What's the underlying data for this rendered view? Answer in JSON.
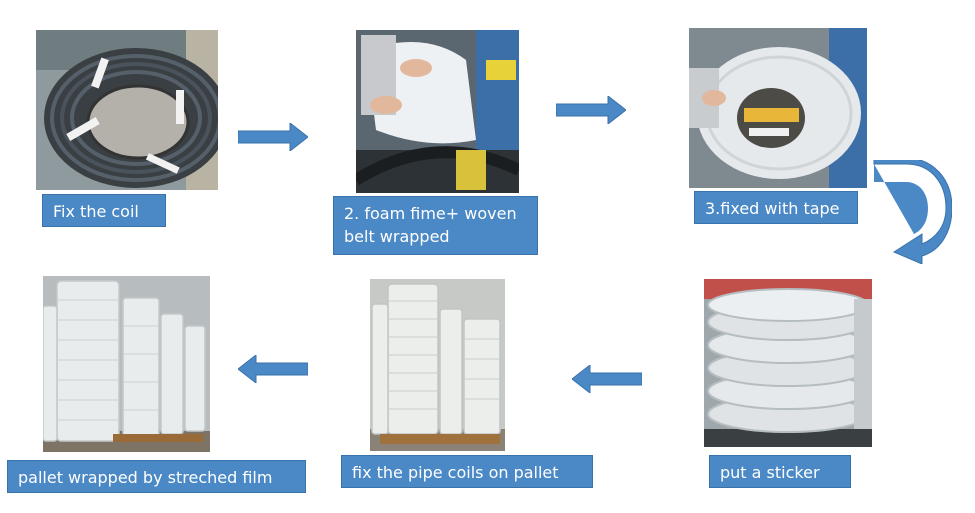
{
  "colors": {
    "label_bg": "#4a88c6",
    "label_text": "#ffffff",
    "arrow_fill": "#4a88c6",
    "arrow_stroke": "#3a72ab"
  },
  "steps": [
    {
      "label": "Fix the coil",
      "image": "black-pipe-coil-strapped-photo"
    },
    {
      "label_line1": "2. foam fime+ woven",
      "label_line2": "belt wrapped",
      "image": "wrapping-machine-foam-photo"
    },
    {
      "label": "3.fixed with tape",
      "image": "taped-white-coil-photo"
    },
    {
      "label": "put a sticker",
      "image": "stacked-wrapped-coils-photo"
    },
    {
      "label": "fix the pipe coils on pallet",
      "image": "coils-on-pallet-photo"
    },
    {
      "label": "pallet wrapped by streched film",
      "image": "film-wrapped-pallets-photo"
    }
  ],
  "arrows": [
    "arrow-right",
    "arrow-right",
    "arrow-curve-down",
    "arrow-left",
    "arrow-left"
  ]
}
